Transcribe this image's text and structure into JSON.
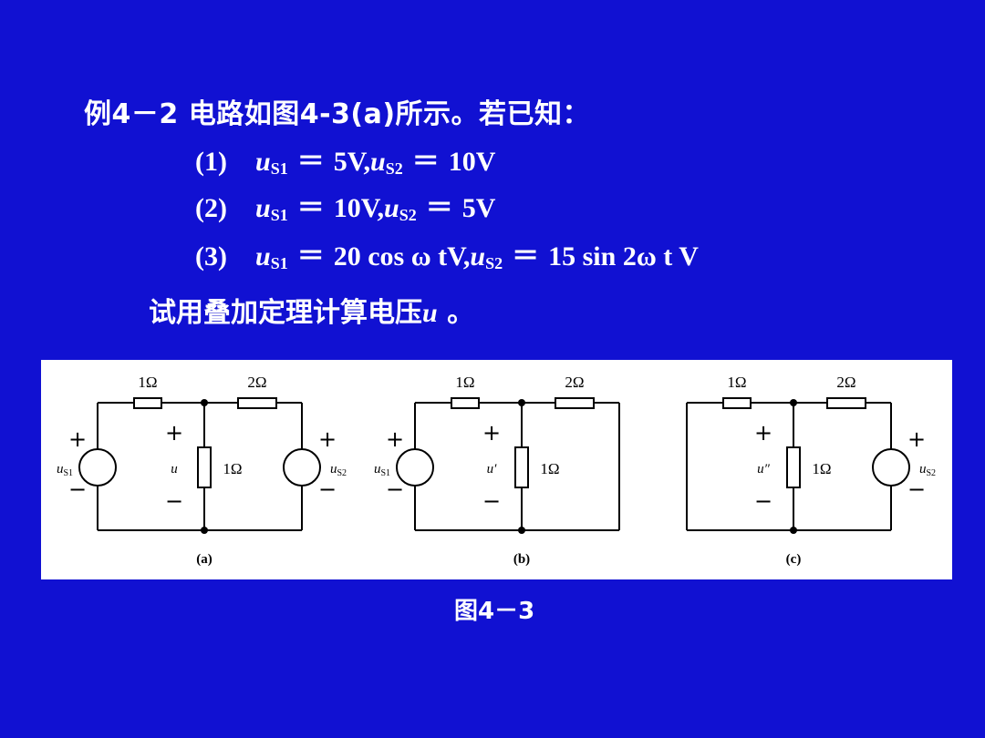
{
  "title": "例4－2 电路如图4-3(a)所示。若已知：",
  "conditions": [
    {
      "num": "(1)",
      "u1": "u",
      "s1": "S1",
      "eq1": "＝",
      "v1": "5V,",
      "u2": "u",
      "s2": "S2",
      "eq2": "＝",
      "v2": "10V"
    },
    {
      "num": "(2)",
      "u1": "u",
      "s1": "S1",
      "eq1": "＝",
      "v1": "10V,",
      "u2": "u",
      "s2": "S2",
      "eq2": "＝",
      "v2": "5V"
    },
    {
      "num": "(3)",
      "u1": "u",
      "s1": "S1",
      "eq1": "＝",
      "v1": "20 cos ω tV,",
      "u2": "u",
      "s2": "S2",
      "eq2": "＝",
      "v2": "15 sin 2ω t V"
    }
  ],
  "task": {
    "text": "试用叠加定理计算电压",
    "var": "u",
    "tail": " 。"
  },
  "circuits": [
    {
      "r_left": "1Ω",
      "r_right": "2Ω",
      "r_mid": "1Ω",
      "voltage": "u",
      "src_left": "u",
      "src_left_sub": "S1",
      "src_right": "u",
      "src_right_sub": "S2",
      "caption": "(a)",
      "plus": "+",
      "minus": "−"
    },
    {
      "r_left": "1Ω",
      "r_right": "2Ω",
      "r_mid": "1Ω",
      "voltage": "u′",
      "src_left": "u",
      "src_left_sub": "S1",
      "caption": "(b)",
      "plus": "+",
      "minus": "−"
    },
    {
      "r_left": "1Ω",
      "r_right": "2Ω",
      "r_mid": "1Ω",
      "voltage": "u″",
      "src_right": "u",
      "src_right_sub": "S2",
      "caption": "(c)",
      "plus": "+",
      "minus": "−"
    }
  ],
  "figure_caption": "图4－3"
}
